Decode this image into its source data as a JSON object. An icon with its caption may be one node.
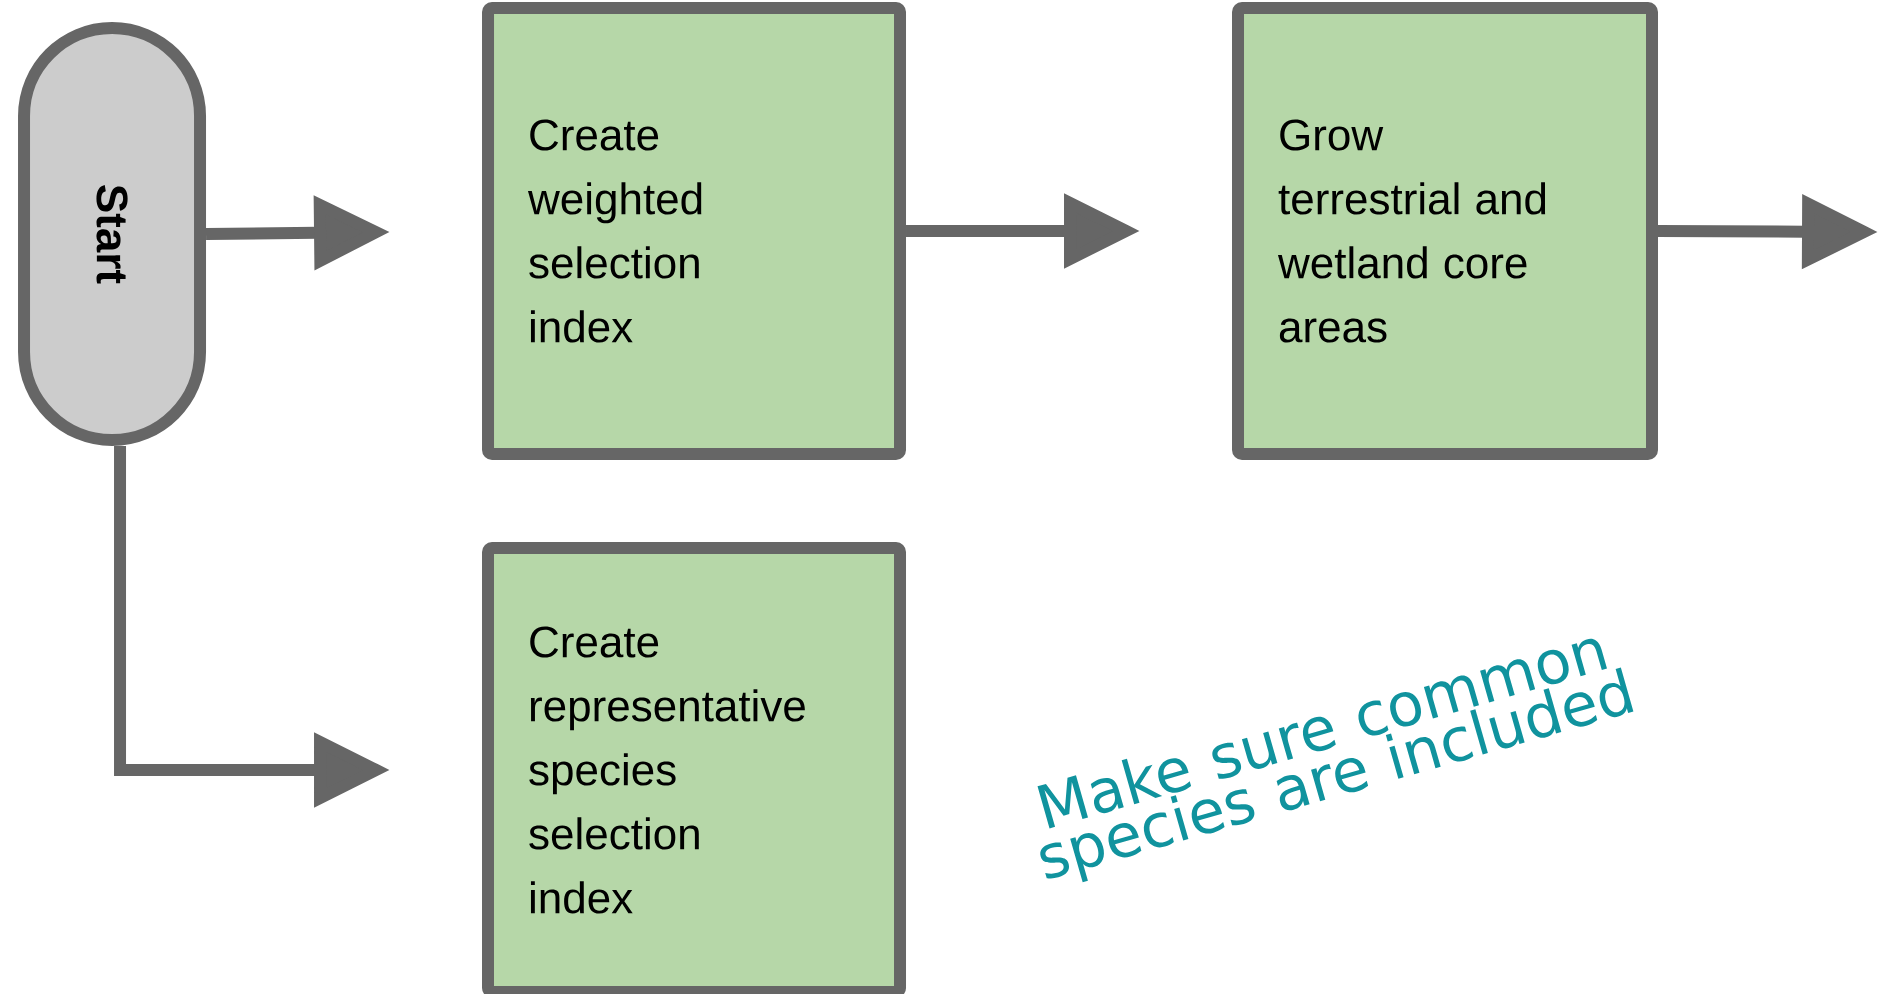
{
  "diagram": {
    "nodes": [
      {
        "text": [
          "Start"
        ]
      },
      {
        "text": [
          "Create weighted selection index"
        ]
      },
      {
        "text": [
          "Grow terrestrial and wetland core areas"
        ]
      },
      {
        "text": [
          "Create representative species selection index"
        ]
      }
    ],
    "edges": [
      {
        "from": 0,
        "to": 1,
        "arrow": "to"
      },
      {
        "from": 1,
        "to": 2,
        "arrow": "to"
      },
      {
        "from": 2,
        "to": null,
        "arrow": "to"
      },
      {
        "from": 0,
        "to": 3,
        "arrow": "to"
      }
    ],
    "labels": [
      "Make sure common species are included"
    ]
  }
}
